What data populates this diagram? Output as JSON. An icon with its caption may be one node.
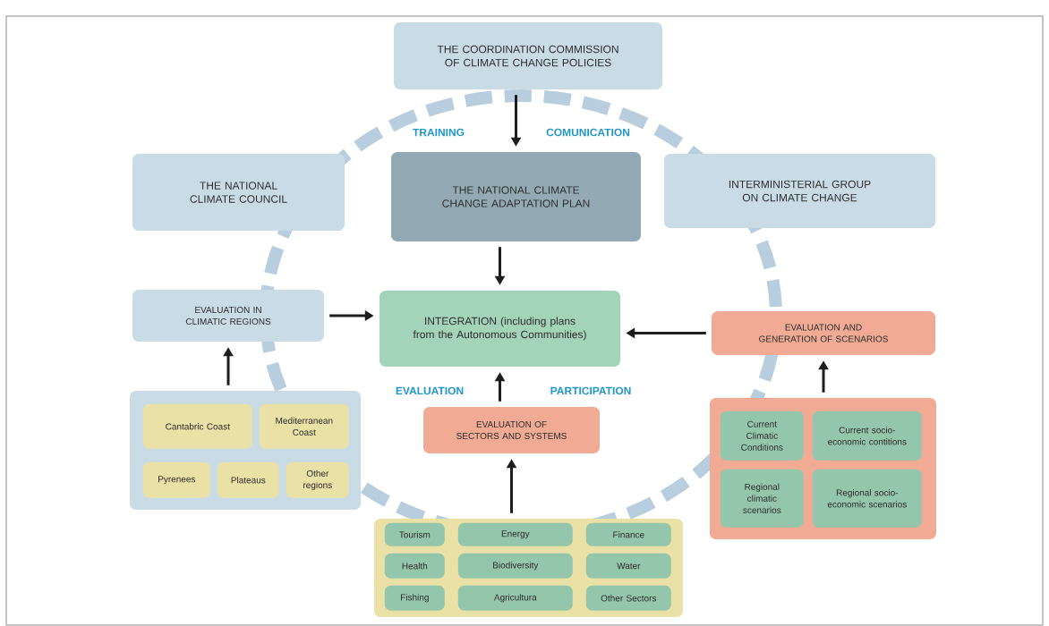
{
  "diagram": {
    "nodes": [
      {
        "text": [
          "THE COORDINATION COMMISSION OF CLIMATE CHANGE POLICIES"
        ]
      },
      {
        "text": [
          "THE NATIONAL CLIMATE COUNCIL"
        ]
      },
      {
        "text": [
          "THE NATIONAL CLIMATE CHANGE ADAPTATION PLAN"
        ]
      },
      {
        "text": [
          "INTERMINISTERIAL GROUP ON CLIMATE CHANGE"
        ]
      },
      {
        "text": [
          "EVALUATION IN CLIMATIC REGIONS"
        ]
      },
      {
        "text": [
          "INTEGRATION (including plans from the Autonomous Communities)"
        ]
      },
      {
        "text": [
          "EVALUATION AND GENERATION OF SCENARIOS"
        ]
      },
      {
        "text": [
          "EVALUATION OF SECTORS AND SYSTEMS"
        ]
      },
      {
        "text": [],
        "shape": "box"
      },
      {
        "text": [
          "Cantabric Coast"
        ],
        "in": 8
      },
      {
        "text": [
          "Mediterranean Coast"
        ],
        "in": 8
      },
      {
        "text": [
          "Pyrenees"
        ],
        "in": 8
      },
      {
        "text": [
          "Plateaus"
        ],
        "in": 8
      },
      {
        "text": [
          "Other regions"
        ],
        "in": 8
      },
      {
        "text": [],
        "shape": "box"
      },
      {
        "text": [
          "Tourism"
        ],
        "in": 14
      },
      {
        "text": [
          "Energy"
        ],
        "in": 14
      },
      {
        "text": [
          "Finance"
        ],
        "in": 14
      },
      {
        "text": [
          "Health"
        ],
        "in": 14
      },
      {
        "text": [
          "Biodiversity"
        ],
        "in": 14
      },
      {
        "text": [
          "Water"
        ],
        "in": 14
      },
      {
        "text": [
          "Fishing"
        ],
        "in": 14
      },
      {
        "text": [
          "Agricultura"
        ],
        "in": 14
      },
      {
        "text": [
          "Other Sectors"
        ],
        "in": 14
      },
      {
        "text": [],
        "shape": "box"
      },
      {
        "text": [
          "Current Climatic Conditions"
        ],
        "in": 24
      },
      {
        "text": [
          "Current socio-economic contitions"
        ],
        "in": 24
      },
      {
        "text": [
          "Regional climatic scenarios"
        ],
        "in": 24
      },
      {
        "text": [
          "Regional socio-economic scenarios"
        ],
        "in": 24
      }
    ],
    "edges": [
      {
        "from": 0,
        "to": 2,
        "arrow": "to"
      },
      {
        "from": 2,
        "to": 5,
        "arrow": "to"
      },
      {
        "from": 4,
        "to": 5,
        "arrow": "to"
      },
      {
        "from": 6,
        "to": 5,
        "arrow": "to"
      },
      {
        "from": 7,
        "to": 5,
        "arrow": "to"
      },
      {
        "from": 8,
        "to": 4,
        "arrow": "to"
      },
      {
        "from": 14,
        "to": 7,
        "arrow": "to"
      },
      {
        "from": 24,
        "to": 6,
        "arrow": "to"
      }
    ],
    "labels": [
      "TRAINING",
      "COMUNICATION",
      "EVALUATION",
      "PARTICIPATION"
    ]
  }
}
